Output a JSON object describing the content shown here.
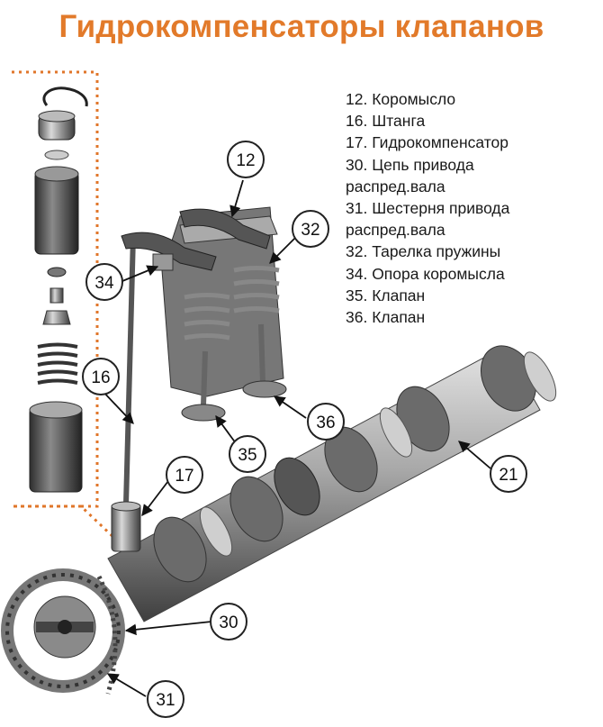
{
  "title": "Гидрокомпенсаторы клапанов",
  "legend": [
    "12. Коромысло",
    "16. Штанга",
    "17. Гидрокомпенсатор",
    "30. Цепь привода\nраспред.вала",
    "31. Шестерня привода\nраспред.вала",
    "32. Тарелка пружины",
    "34. Опора коромысла",
    "35. Клапан",
    "36. Клапан"
  ],
  "callouts": {
    "c12": "12",
    "c16": "16",
    "c17": "17",
    "c21": "21",
    "c30": "30",
    "c31": "31",
    "c32": "32",
    "c34": "34",
    "c35": "35",
    "c36": "36"
  },
  "colors": {
    "title": "#e27a2a",
    "dotted_frame": "#e0762a",
    "metal": "#8f8f8f"
  }
}
